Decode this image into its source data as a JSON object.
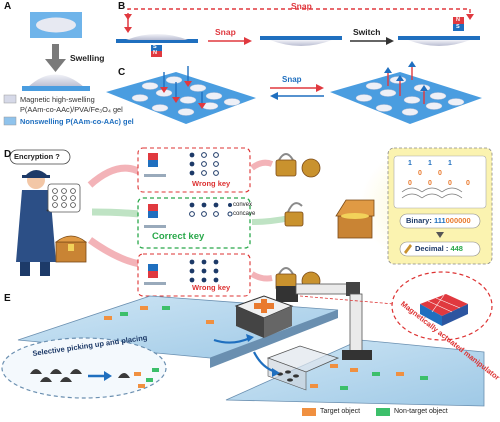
{
  "panels": {
    "a": "A",
    "b": "B",
    "c": "C",
    "d": "D",
    "e": "E"
  },
  "panel_a": {
    "step_label": "Swelling",
    "legend": [
      {
        "text": "Magnetic high-swelling",
        "color": "#d6d9e8"
      },
      {
        "text": "P(AAm-co-AAc)/PVA/Fe₃O₄ gel",
        "color": ""
      },
      {
        "text": "Nonswelling P(AAm-co-AAc) gel",
        "color": "#8fc3ec"
      }
    ]
  },
  "panel_b": {
    "snap_top": "Snap",
    "snap_mid": "Snap",
    "switch": "Switch",
    "magnet_n": "N",
    "magnet_s": "S"
  },
  "panel_c": {
    "snap": "Snap"
  },
  "panel_d": {
    "encryption": "Encryption ?",
    "wrong_key_top": "Wrong key",
    "correct_key": "Correct key",
    "wrong_key_bottom": "Wrong key",
    "convex": "convex",
    "concave": "concave",
    "binary_label": "Binary:",
    "binary_value_highlight": "111",
    "binary_value_rest": "000000",
    "binary_digits_top": [
      "1",
      "1",
      "1",
      "0",
      "0"
    ],
    "binary_digits_bottom": [
      "0",
      "0",
      "0",
      "0"
    ],
    "decimal_label": "Decimal :",
    "decimal_value": "448"
  },
  "panel_e": {
    "manipulator": "Magnetically actuated manipulator",
    "pickup": "Selective picking up and placing",
    "target": "Target object",
    "nontarget": "Non-target object"
  },
  "colors": {
    "gel_blue": "#4a9de0",
    "gel_light": "#d6d9e8",
    "snap_red": "#e0393f",
    "switch_blue": "#1f6fbf",
    "correct_green": "#29a84a",
    "target_orange": "#f09040",
    "nontarget_green": "#3cbf6a",
    "highlight_yellow": "#fbf3b0"
  }
}
